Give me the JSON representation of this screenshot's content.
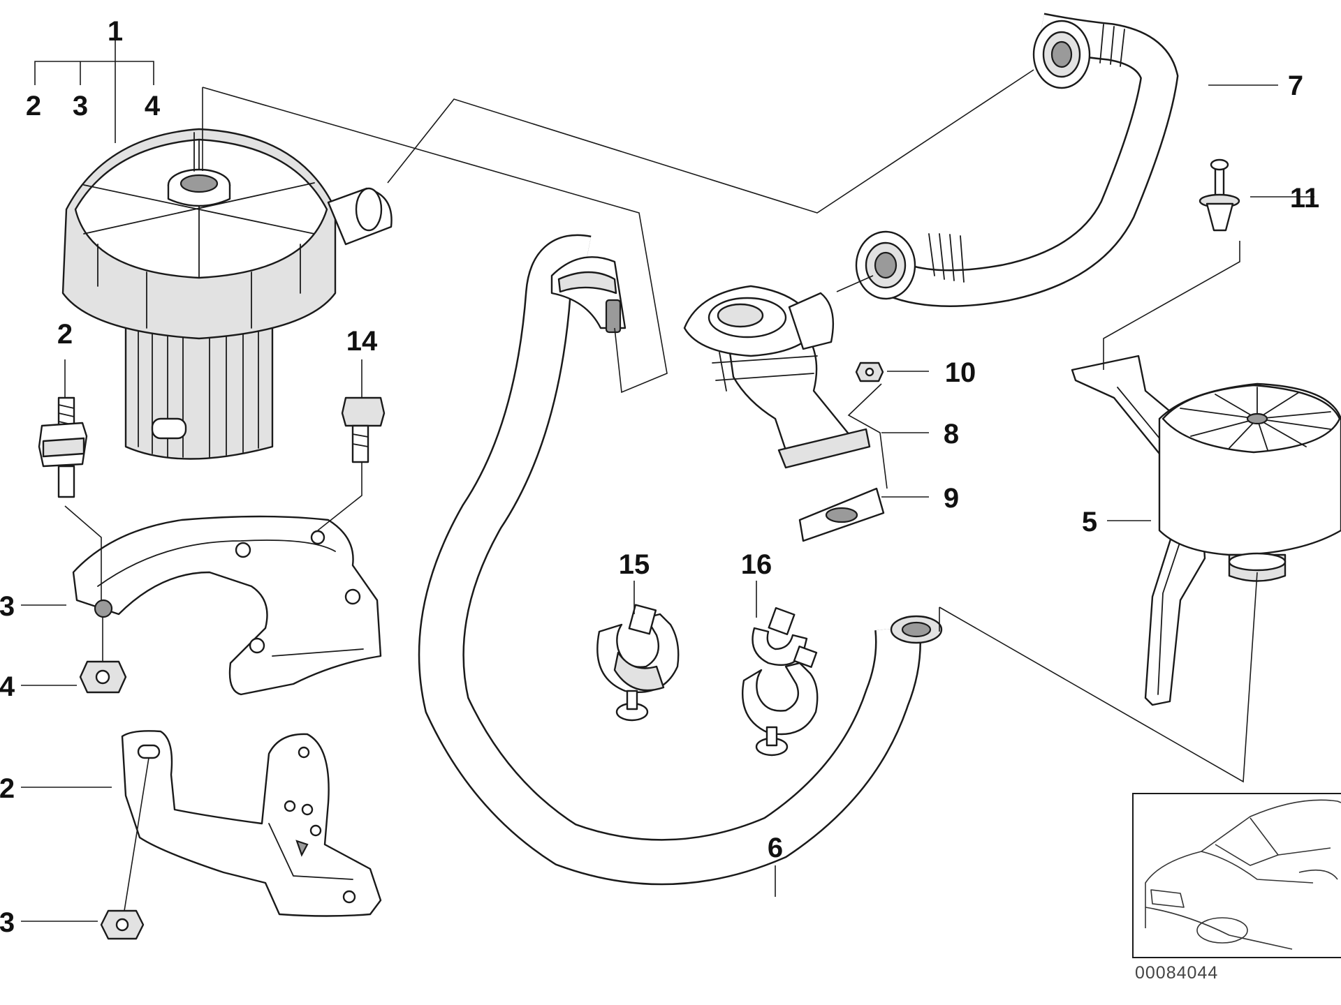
{
  "callouts": {
    "c1": "1",
    "c2": "2",
    "c3": "3",
    "c4": "4",
    "c2b": "2",
    "c14": "14",
    "c3b": "3",
    "c4b": "4",
    "c12": "2",
    "c13": "3",
    "c7": "7",
    "c11": "11",
    "c10": "10",
    "c8": "8",
    "c9": "9",
    "c5": "5",
    "c15": "15",
    "c16": "16",
    "c6": "6"
  },
  "drawing_id": "00084044"
}
